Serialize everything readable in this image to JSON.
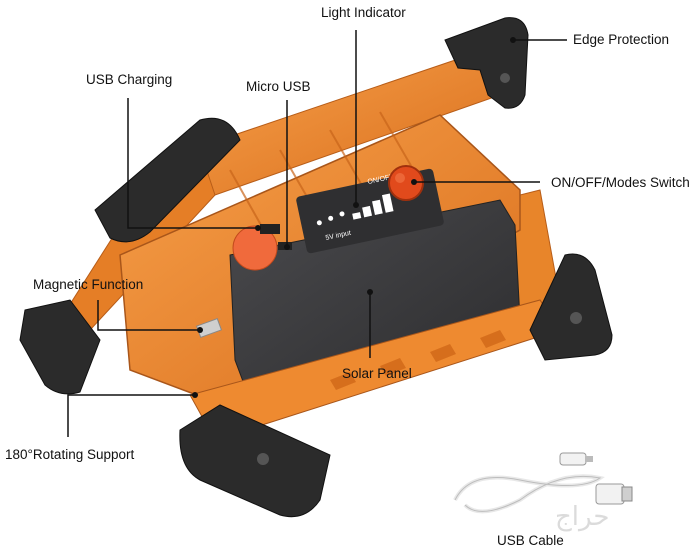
{
  "labels": {
    "light_indicator": "Light Indicator",
    "edge_protection": "Edge Protection",
    "usb_charging": "USB Charging",
    "micro_usb": "Micro USB",
    "on_off_modes_switch": "ON/OFF/Modes Switch",
    "magnetic_function": "Magnetic Function",
    "solar_panel": "Solar Panel",
    "rotating_support": "180°Rotating Support",
    "usb_cable": "USB Cable"
  },
  "panel": {
    "switch_text": "ON/OFF Switch",
    "input_text": "5V input"
  },
  "watermark": "حراج",
  "colors": {
    "frame_orange": "#f08a2c",
    "frame_dark_orange": "#c9651a",
    "rubber_black": "#2b2b2b",
    "solar_panel": "#3a3a3c",
    "switch_red": "#e14a1c",
    "leader_line": "#111111"
  }
}
